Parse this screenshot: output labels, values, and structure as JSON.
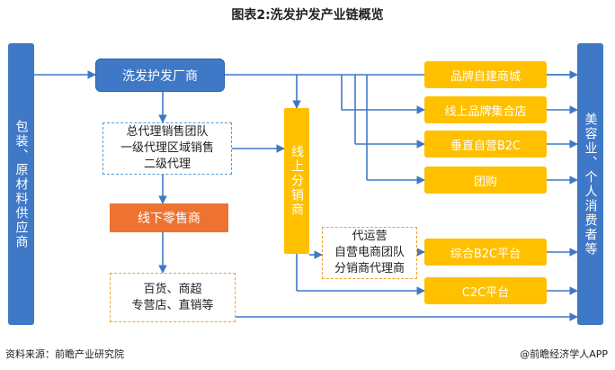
{
  "title": "图表2:洗发护发产业链概览",
  "left_bar": "包装、原材料供应商",
  "right_bar": "美容业、个人消费者等",
  "manufacturer": "洗发护发厂商",
  "agents": [
    "总代理销售团队",
    "一级代理区域销售",
    "二级代理"
  ],
  "offline_retailer": "线下零售商",
  "retail_channels": [
    "百货、商超",
    "专营店、直销等"
  ],
  "online_distributor": "线上分销商",
  "ecommerce_team": [
    "代运营",
    "自营电商团队",
    "分销商代理商"
  ],
  "channels": [
    {
      "label": "品牌自建商城"
    },
    {
      "label": "线上品牌集合店"
    },
    {
      "label": "垂直自营B2C"
    },
    {
      "label": "团购"
    },
    {
      "label": "综合B2C平台"
    },
    {
      "label": "C2C平台"
    }
  ],
  "footer": {
    "source": "资料来源：前瞻产业研究院",
    "brand": "@前瞻经济学人APP"
  },
  "colors": {
    "blue": "#3f78c6",
    "orange": "#ffc000",
    "red": "#ee7330"
  }
}
